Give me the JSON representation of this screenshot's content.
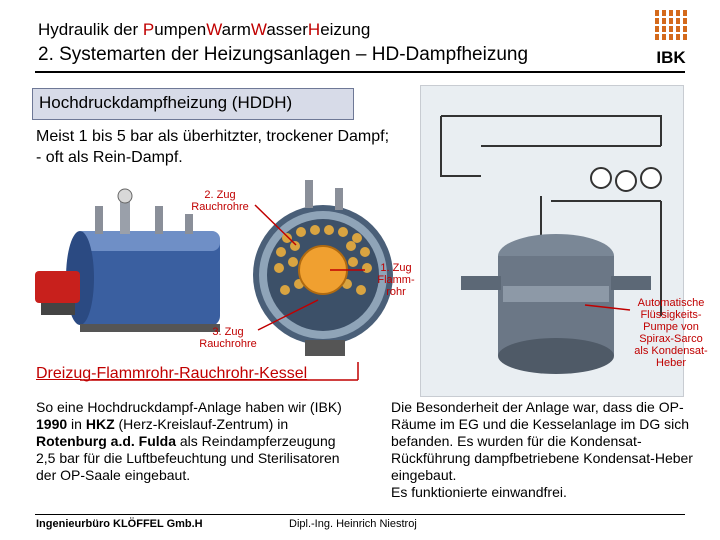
{
  "header": {
    "title_parts": [
      "Hydraulik der ",
      "P",
      "umpen",
      "W",
      "arm",
      "W",
      "asser",
      "H",
      "eizung"
    ],
    "subtitle": "2. Systemarten der Heizungsanlagen – HD-Dampfheizung",
    "logo_text": "IBK"
  },
  "section": {
    "heading": "Hochdruckdampfheizung (HDDH)",
    "intro": "Meist 1 bis 5 bar als überhitzter, trockener Dampf; - oft als Rein-Dampf."
  },
  "labels": {
    "zug2": [
      "2. Zug",
      "Rauchrohre"
    ],
    "zug1": [
      "1. Zug",
      "Flamm-",
      "rohr"
    ],
    "zug3": [
      "3. Zug",
      "Rauchrohre"
    ],
    "automatic": [
      "Automatische",
      "Flüssigkeits-",
      "Pumpe von",
      "Spirax-Sarco",
      "als Kondensat-",
      "Heber"
    ]
  },
  "kessel_caption": "Dreizug-Flammrohr-Rauchrohr-Kessel",
  "body_left": {
    "t1": "So eine Hochdruckdampf-Anlage haben wir (IBK) ",
    "b1": "1990",
    "t2": " in ",
    "b2": "HKZ",
    "t3": " (Herz-Kreislauf-Zentrum) in ",
    "b3": "Rotenburg a.d. Fulda",
    "t4": " als Reindampferzeugung 2,5 bar für die Luftbefeuchtung und Sterilisatoren der OP-Saale eingebaut."
  },
  "body_right": {
    "p1": "Die Besonderheit der Anlage war, dass die OP-Räume im EG und die Kesselanlage im DG sich befanden. Es wurden für die Kondensat-Rückführung dampfbetriebene Kondensat-Heber eingebaut.",
    "p2": "Es funktionierte einwandfrei."
  },
  "footer": {
    "left": "Ingenieurbüro KLÖFFEL Gmb.H",
    "center": "Dipl.-Ing. Heinrich Niestroj"
  }
}
